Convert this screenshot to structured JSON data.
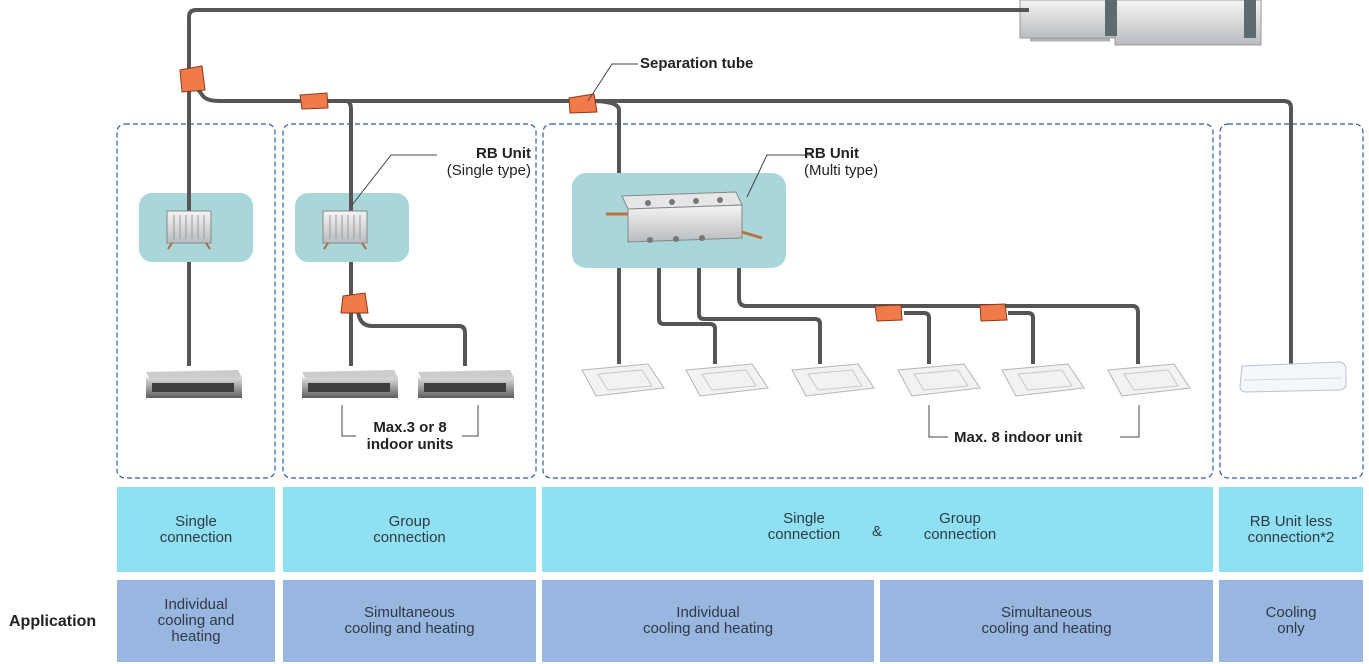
{
  "labels": {
    "separation_tube": "Separation tube",
    "rb_unit_single_title": "RB Unit",
    "rb_unit_single_sub": "(Single type)",
    "rb_unit_multi_title": "RB Unit",
    "rb_unit_multi_sub": "(Multi type)",
    "max_group_line1": "Max.3 or 8",
    "max_group_line2": "indoor units",
    "max_multi": "Max. 8 indoor unit"
  },
  "connection_row": {
    "single": "Single\nconnection",
    "group": "Group\nconnection",
    "multi_single": "Single\nconnection",
    "ampersand": "&",
    "multi_group": "Group\nconnection",
    "rb_less": "RB Unit less\nconnection*2"
  },
  "application_row": {
    "label": "Application",
    "individual_1": "Individual\ncooling and\nheating",
    "simultaneous_1": "Simultaneous\ncooling and heating",
    "individual_2": "Individual\ncooling and heating",
    "simultaneous_2": "Simultaneous\ncooling and heating",
    "cooling_only": "Cooling\nonly"
  },
  "colors": {
    "pipe": "#555555",
    "separation_tube": "#f07a4a",
    "rb_box": "#a9d6d8",
    "dashed_border": "#2a5d9f",
    "connection_row": "#8fe0f3",
    "application_row": "#98b6df"
  }
}
